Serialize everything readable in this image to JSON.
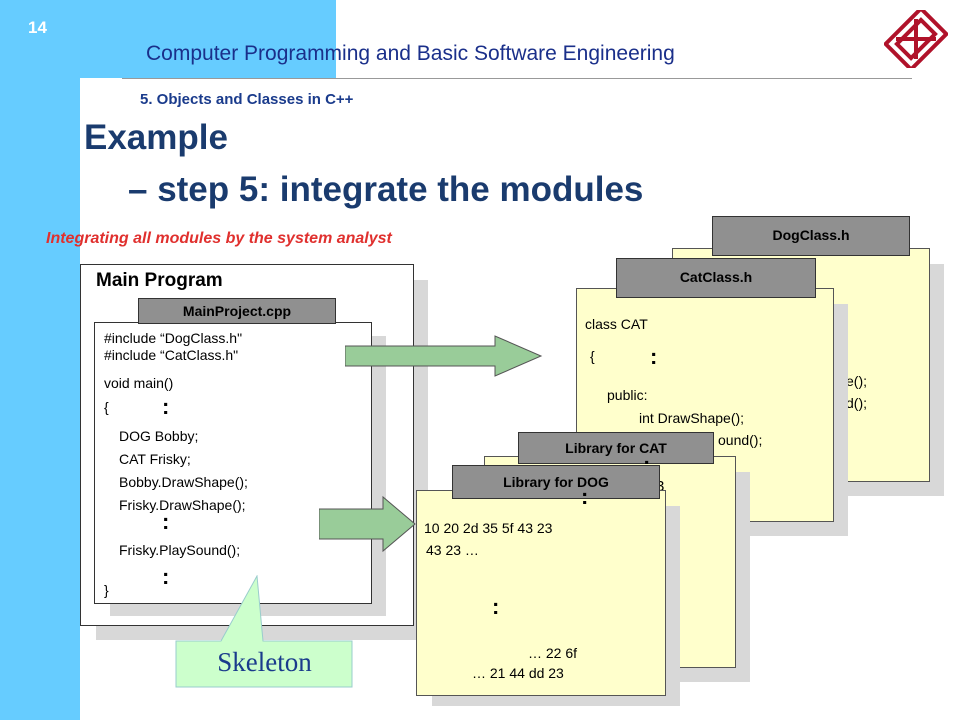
{
  "page_number": "14",
  "course_title": "Computer Programming and Basic Software Engineering",
  "section_title": "5. Objects and Classes in C++",
  "title_line1": "Example",
  "title_line2": "– step 5: integrate the modules",
  "note": "Integrating all modules by the system analyst",
  "main_program": {
    "heading": "Main Program",
    "file_tab": "MainProject.cpp",
    "lines": [
      "#include “DogClass.h\"",
      "#include “CatClass.h\"",
      "void main()",
      "{",
      "DOG Bobby;",
      "CAT Frisky;",
      "Bobby.DrawShape();",
      "Frisky.DrawShape();",
      "Frisky.PlaySound();",
      "}"
    ],
    "ellipsis": ":"
  },
  "dog_header": {
    "tab": "DogClass.h",
    "visible_fragments": [
      "e();",
      "d();"
    ]
  },
  "cat_header": {
    "tab": "CatClass.h",
    "lines": [
      "class CAT",
      "{",
      "public:",
      "int DrawShape();",
      "ound();"
    ],
    "ellipsis": ":"
  },
  "cat_library": {
    "tab": "Library for CAT",
    "fragment": "3",
    "ellipsis": ":"
  },
  "dog_library": {
    "tab": "Library for DOG",
    "lines": [
      "10 20 2d 35 5f 43 23",
      "43 23 …",
      "… 22 6f",
      "… 21 44 dd 23"
    ],
    "ellipsis": ":"
  },
  "callout": "Skeleton",
  "colors": {
    "sidebar": "#66ccff",
    "title": "#1a3b6e",
    "note": "#e0302e",
    "arrow": "#99cc99",
    "module_fill": "#ffffcc",
    "callout_fill": "#ccffcc"
  }
}
